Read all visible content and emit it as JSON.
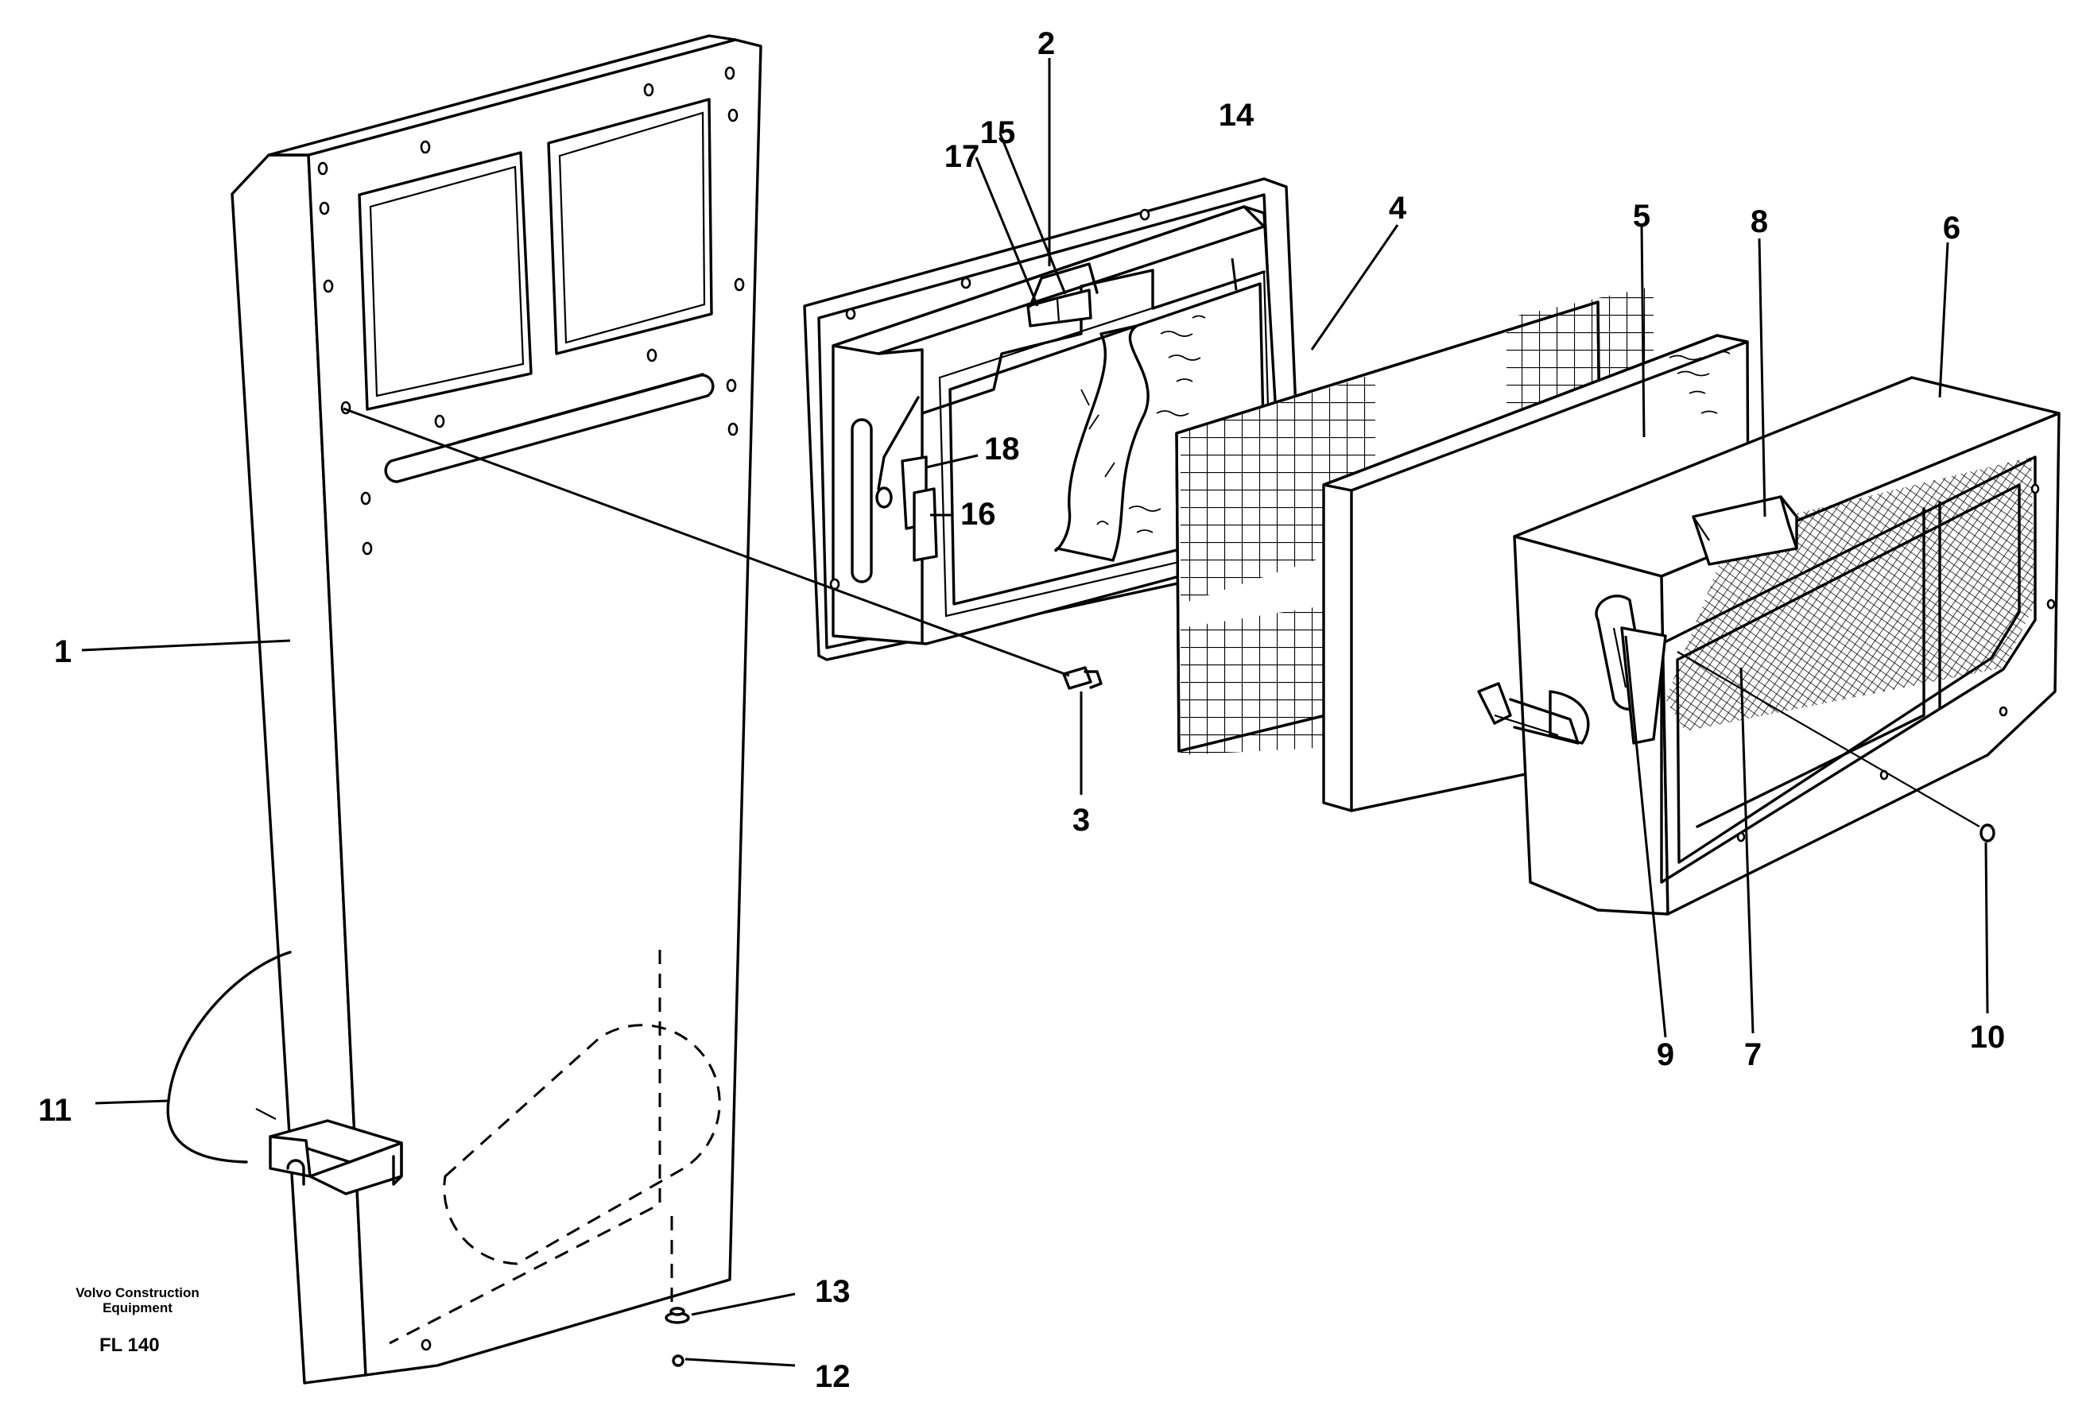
{
  "diagram": {
    "callouts": [
      "1",
      "2",
      "3",
      "4",
      "5",
      "6",
      "7",
      "8",
      "9",
      "10",
      "11",
      "12",
      "13",
      "14",
      "15",
      "16",
      "17",
      "18"
    ],
    "credit_line1": "Volvo Construction",
    "credit_line2": "Equipment",
    "drawing_code": "FL 140"
  }
}
